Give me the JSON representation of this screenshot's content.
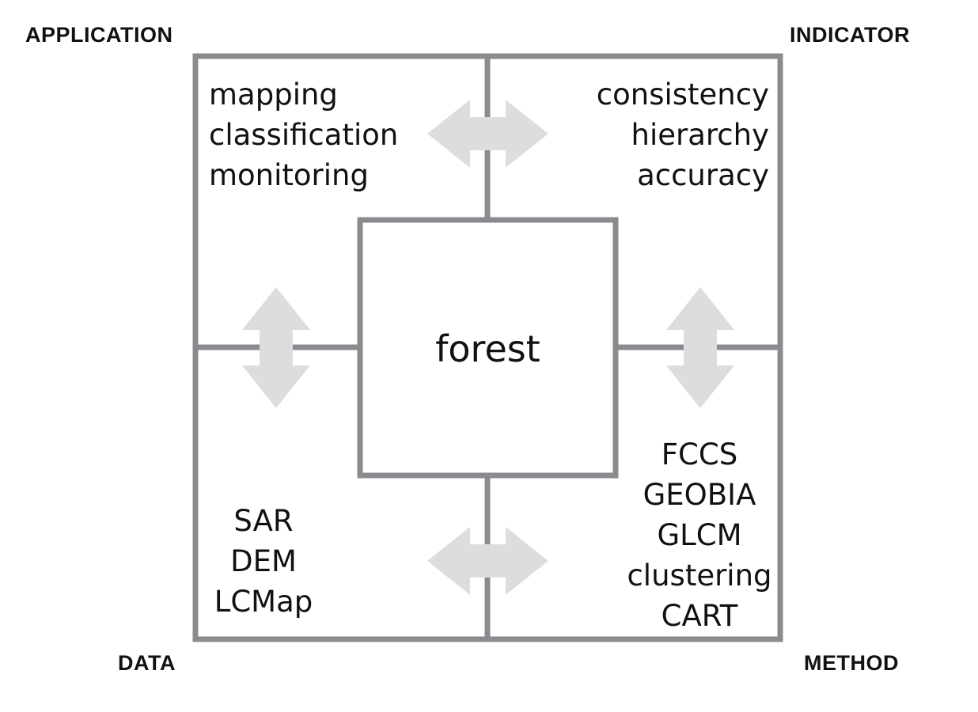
{
  "diagram": {
    "corners": {
      "application": "APPLICATION",
      "indicator": "INDICATOR",
      "data": "DATA",
      "method": "METHOD"
    },
    "center": "forest",
    "application_terms": [
      "mapping",
      "classification",
      "monitoring"
    ],
    "indicator_terms": [
      "consistency",
      "hierarchy",
      "accuracy"
    ],
    "data_terms": [
      "SAR",
      "DEM",
      "LCMap"
    ],
    "method_terms": [
      "FCCS",
      "GEOBIA",
      "GLCM",
      "clustering",
      "CART"
    ]
  },
  "colors": {
    "frame": "#8a8b8e",
    "arrow": "#dcdddf",
    "text": "#111111"
  }
}
